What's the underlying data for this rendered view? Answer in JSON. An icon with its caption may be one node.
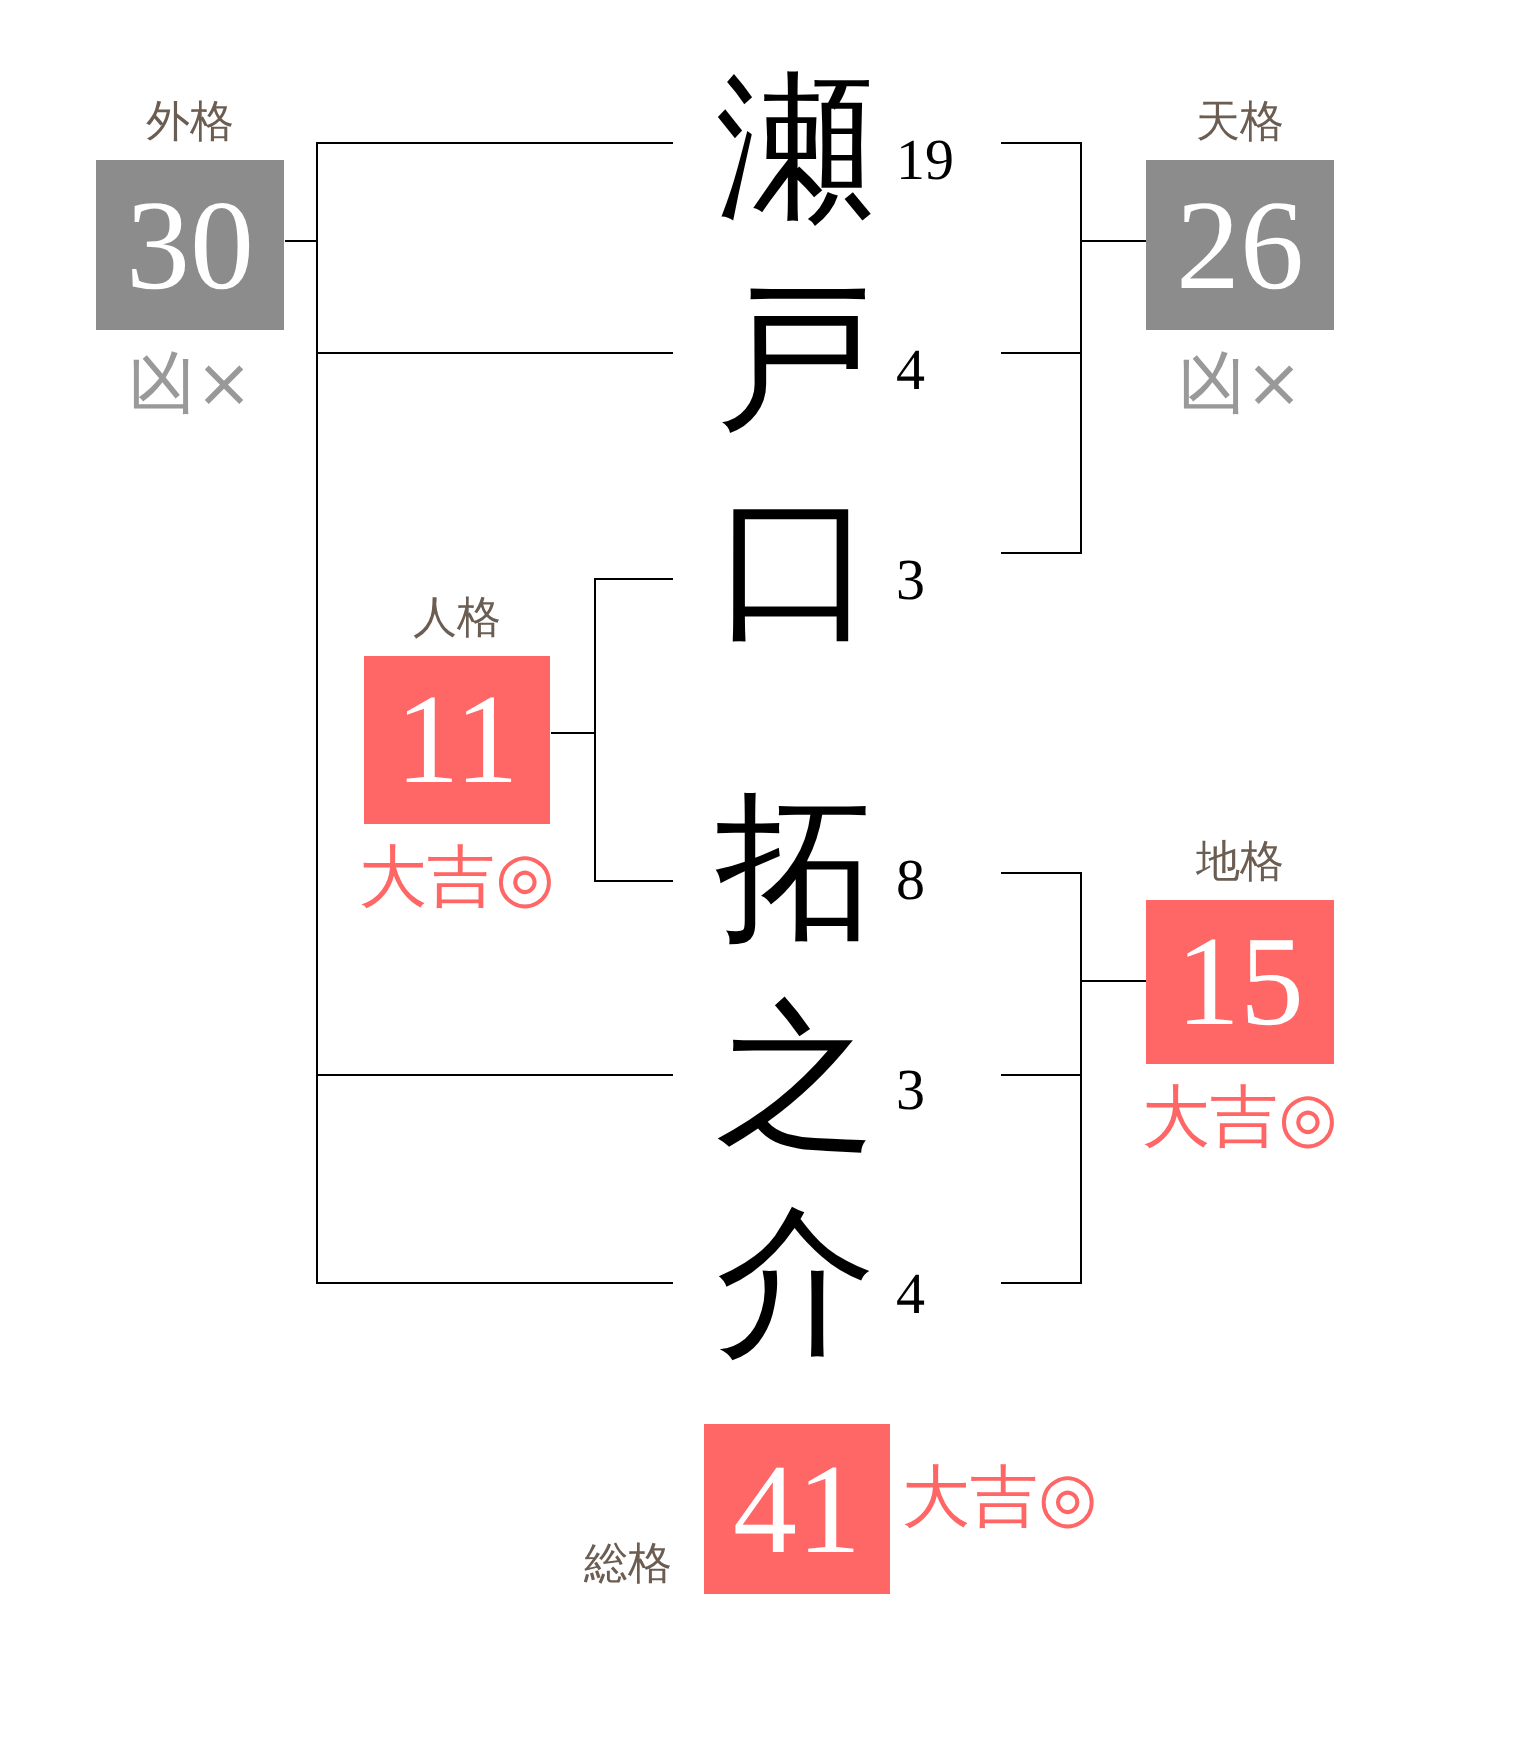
{
  "diagram": {
    "nodes": [
      {
        "text": [
          "外格",
          "30"
        ],
        "beside": [
          "凶×"
        ]
      },
      {
        "text": [
          "瀬"
        ],
        "beside": [
          "19"
        ]
      },
      {
        "text": [
          "天格",
          "26"
        ],
        "beside": [
          "凶×"
        ]
      },
      {
        "text": [
          "戸"
        ],
        "beside": [
          "4"
        ]
      },
      {
        "text": [
          "口"
        ],
        "beside": [
          "3"
        ]
      },
      {
        "text": [
          "人格",
          "11"
        ],
        "beside": [
          "大吉◎"
        ]
      },
      {
        "text": [
          "拓"
        ],
        "beside": [
          "8"
        ]
      },
      {
        "text": [
          "地格",
          "15"
        ],
        "beside": [
          "大吉◎"
        ]
      },
      {
        "text": [
          "之"
        ],
        "beside": [
          "3"
        ]
      },
      {
        "text": [
          "介"
        ],
        "beside": [
          "4"
        ]
      },
      {
        "text": [
          "総格",
          "41"
        ],
        "beside": [
          "大吉◎"
        ]
      }
    ],
    "edges": [
      {
        "from": 1,
        "to": 0,
        "arrow": "none"
      },
      {
        "from": 3,
        "to": 0,
        "arrow": "none"
      },
      {
        "from": 8,
        "to": 0,
        "arrow": "none"
      },
      {
        "from": 9,
        "to": 0,
        "arrow": "none"
      },
      {
        "from": 1,
        "to": 2,
        "arrow": "none"
      },
      {
        "from": 3,
        "to": 2,
        "arrow": "none"
      },
      {
        "from": 4,
        "to": 2,
        "arrow": "none"
      },
      {
        "from": 4,
        "to": 5,
        "arrow": "none"
      },
      {
        "from": 6,
        "to": 5,
        "arrow": "none"
      },
      {
        "from": 6,
        "to": 7,
        "arrow": "none"
      },
      {
        "from": 8,
        "to": 7,
        "arrow": "none"
      },
      {
        "from": 9,
        "to": 7,
        "arrow": "none"
      }
    ]
  }
}
